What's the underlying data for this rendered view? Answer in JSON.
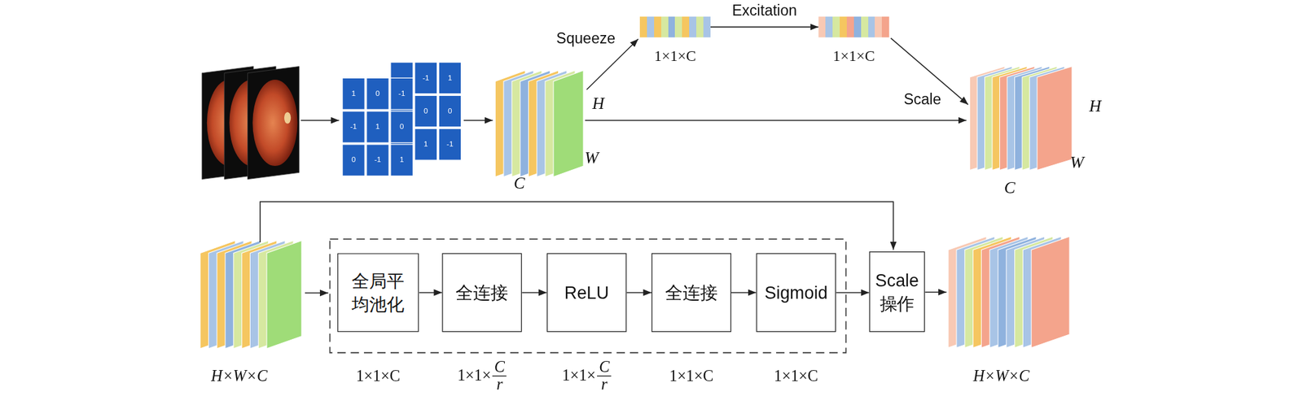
{
  "diagram": {
    "nodes": [
      {
        "text": [
          "1×1×C"
        ]
      },
      {
        "text": [
          "1×1×C"
        ]
      },
      {
        "text": [
          "全局平 均池化"
        ]
      },
      {
        "text": [
          "全连接"
        ]
      },
      {
        "text": [
          "ReLU"
        ]
      },
      {
        "text": [
          "全连接"
        ]
      },
      {
        "text": [
          "Sigmoid"
        ]
      },
      {
        "text": [
          "Scale 操作"
        ]
      }
    ],
    "edges": [
      {
        "from": 0,
        "to": 1,
        "arrow": "to",
        "label": "Excitation"
      },
      {
        "from": 2,
        "to": 3,
        "arrow": "to"
      },
      {
        "from": 3,
        "to": 4,
        "arrow": "to"
      },
      {
        "from": 4,
        "to": 5,
        "arrow": "to"
      },
      {
        "from": 5,
        "to": 6,
        "arrow": "to"
      },
      {
        "from": 6,
        "to": 7,
        "arrow": "to"
      }
    ],
    "labels": [
      "Squeeze",
      "H",
      "W",
      "C",
      "Scale",
      "H",
      "W",
      "C",
      "1",
      "-1",
      "0",
      "0",
      "1",
      "-1",
      "-1",
      "0",
      "1",
      "-1",
      "0",
      "1",
      "1",
      "0",
      "-1",
      "H×W×C",
      "1×1×C",
      "1×1×",
      "C",
      "r",
      "1×1×",
      "C",
      "r",
      "1×1×C",
      "1×1×C",
      "H×W×C"
    ]
  }
}
